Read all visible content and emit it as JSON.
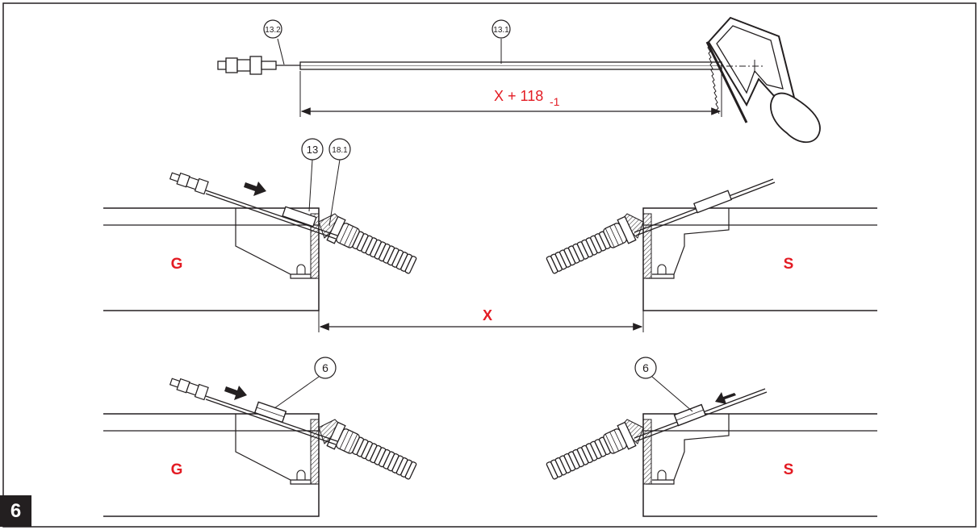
{
  "figure": {
    "number": "6",
    "colors": {
      "line": "#231f20",
      "accent": "#e31b23",
      "badge": "#231f20"
    }
  },
  "callouts": {
    "c13_2": "13.2",
    "c13_1": "13.1",
    "c13": "13",
    "c18_1": "18.1",
    "c6_left": "6",
    "c6_right": "6"
  },
  "labels": {
    "dim_top": "X + 118",
    "dim_top_tolerance": "-1",
    "dim_mid": "X",
    "g_top": "G",
    "s_top": "S",
    "g_bottom": "G",
    "s_bottom": "S"
  }
}
